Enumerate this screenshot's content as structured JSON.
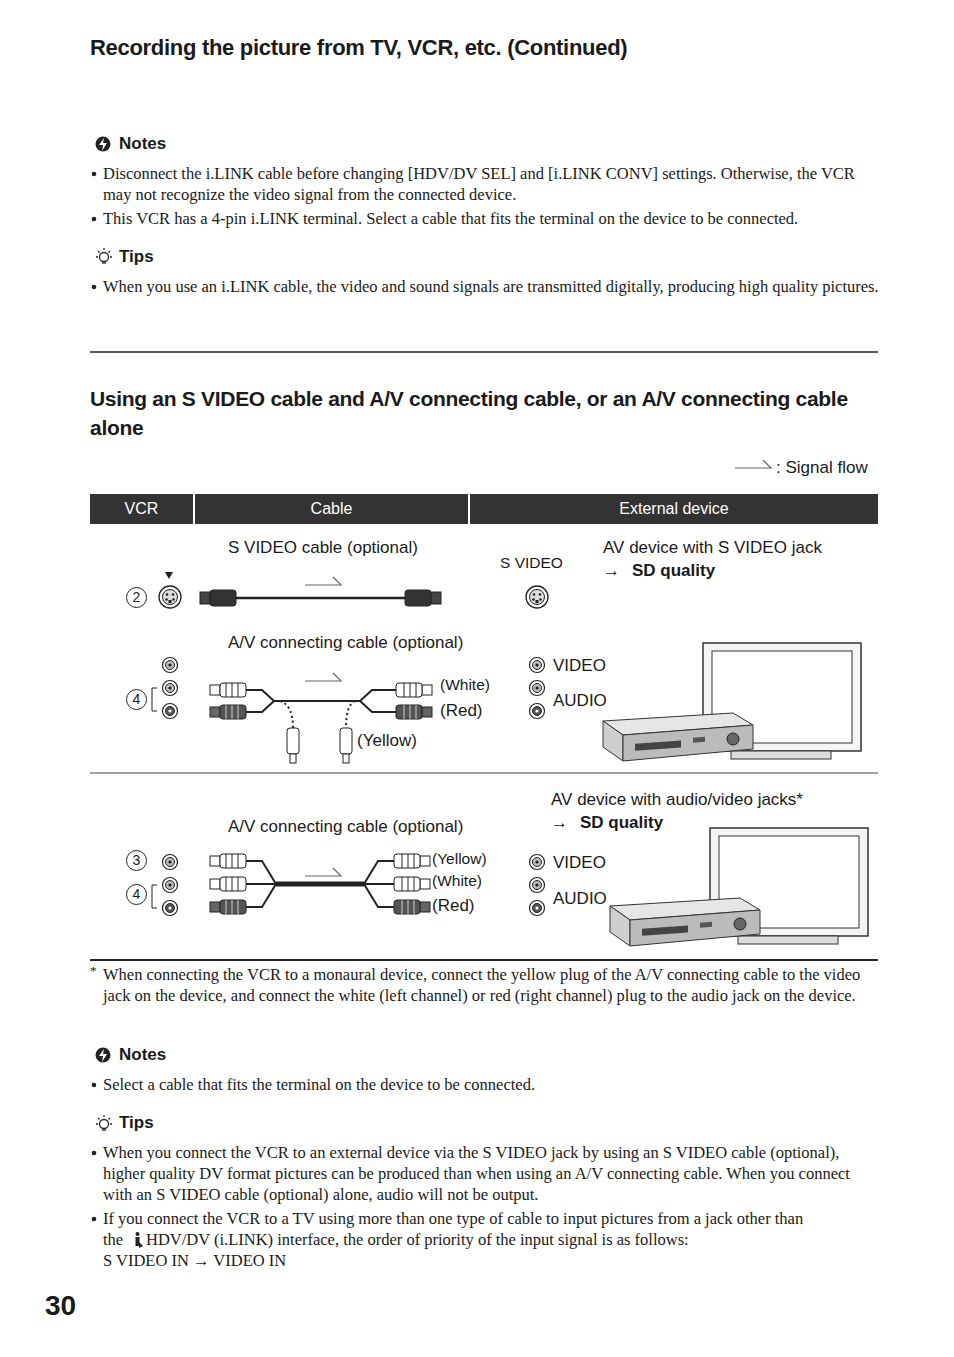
{
  "diagram": {
    "title": "Using an S VIDEO cable and A/V connecting cable, or an A/V connecting cable alone",
    "nodes": [
      {
        "text": [
          "VCR"
        ]
      },
      {
        "text": [
          "Cable"
        ]
      },
      {
        "text": [
          "External device"
        ]
      }
    ],
    "labels": [
      "Recording the picture from TV, VCR, etc. (Continued)",
      "Notes",
      "Disconnect the i.LINK cable before changing [HDV/DV SEL] and [i.LINK CONV] settings. Otherwise, the VCR may not recognize the video signal from the connected device.",
      "This VCR has a 4-pin i.LINK terminal. Select a cable that fits the terminal on the device to be connected.",
      "Tips",
      "When you use an i.LINK cable, the video and sound signals are transmitted digitally, producing high quality pictures.",
      ": Signal flow",
      "S VIDEO cable (optional)",
      "S VIDEO",
      "AV device with S VIDEO jack",
      "→",
      "SD quality",
      "2",
      "A/V connecting cable (optional)",
      "(White)",
      "(Red)",
      "(Yellow)",
      "VIDEO",
      "AUDIO",
      "4",
      "AV device with audio/video jacks*",
      "→",
      "SD quality",
      "A/V connecting cable (optional)",
      "3",
      "4",
      "(Yellow)",
      "(White)",
      "(Red)",
      "VIDEO",
      "AUDIO",
      "*",
      "When connecting the VCR to a monaural device, connect the yellow plug of the A/V connecting cable to the video jack on the device, and connect the white (left channel) or red (right channel) plug to the audio jack on the device.",
      "Notes",
      "Select a cable that fits the terminal on the device to be connected.",
      "Tips",
      "When you connect the VCR to an external device via the S VIDEO jack by using an S VIDEO cable (optional), higher quality DV format pictures can be produced than when using an A/V connecting cable. When you connect with an S VIDEO cable (optional) alone, audio will not be output.",
      "If you connect the VCR to a TV using more than one type of cable to input pictures from a jack other than",
      "the",
      "HDV/DV (i.LINK) interface, the order of priority of the input signal is as follows:",
      "S VIDEO IN → VIDEO IN",
      "30"
    ]
  }
}
